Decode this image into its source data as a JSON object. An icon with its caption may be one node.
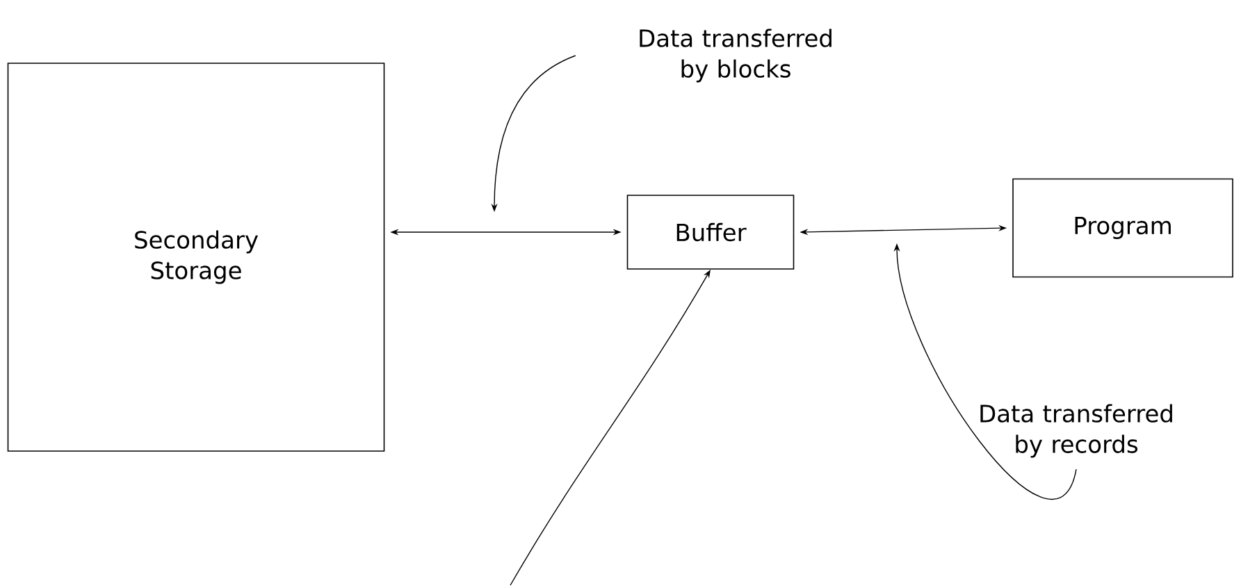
{
  "diagram": {
    "nodes": [
      {
        "text": [
          "Secondary Storage"
        ]
      },
      {
        "text": [
          "Buffer"
        ]
      },
      {
        "text": [
          "Program"
        ]
      },
      {
        "text": [
          "Data transferred by blocks"
        ]
      },
      {
        "text": [
          "Data transferred by records"
        ]
      }
    ],
    "edges": [
      {
        "from": 0,
        "to": 1,
        "arrow": "both"
      },
      {
        "from": 1,
        "to": 2,
        "arrow": "both"
      },
      {
        "from": 3,
        "to": null,
        "arrow": "to"
      },
      {
        "from": 4,
        "to": null,
        "arrow": "to"
      },
      {
        "from": null,
        "to": 1,
        "arrow": "to"
      }
    ]
  }
}
